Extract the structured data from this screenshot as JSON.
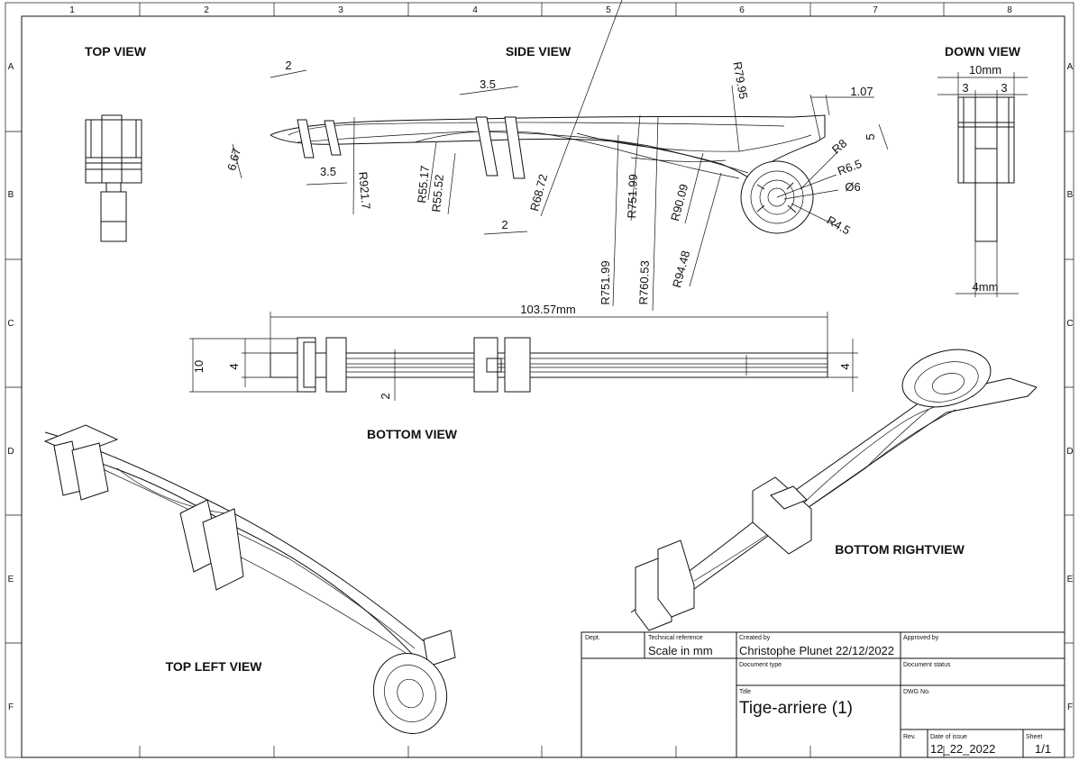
{
  "grid": {
    "columns": [
      "1",
      "2",
      "3",
      "4",
      "5",
      "6",
      "7",
      "8"
    ],
    "rows": [
      "A",
      "B",
      "C",
      "D",
      "E",
      "F"
    ]
  },
  "views": {
    "top": "TOP VIEW",
    "side": "SIDE VIEW",
    "down": "DOWN VIEW",
    "bottom": "BOTTOM VIEW",
    "bottom_right": "BOTTOM RIGHTVIEW",
    "top_left": "TOP LEFT VIEW"
  },
  "dimensions": {
    "side": {
      "d2_top": "2",
      "d3_5_top": "3.5",
      "d6_67": "6.67",
      "d3_5_bottom": "3.5",
      "r921_7": "R921.7",
      "r55_17": "R55.17",
      "r55_52": "R55.52",
      "d2_bottom": "2",
      "r68_72": "R68.72",
      "r751_99_a": "R751.99",
      "r751_99_b": "R751.99",
      "r760_53": "R760.53",
      "r90_09": "R90.09",
      "r94_48": "R94.48",
      "r79_95": "R79.95",
      "d1_07": "1.07",
      "d5": "5",
      "r8": "R8",
      "r6_5": "R6.5",
      "d6": "Ø6",
      "r4_5": "R4.5"
    },
    "down": {
      "width": "10mm",
      "left": "3",
      "right": "3",
      "stem": "4mm"
    },
    "bottom": {
      "length": "103.57mm",
      "height": "10",
      "inner_left": "4",
      "slot": "2",
      "right_end": "4"
    }
  },
  "title_block": {
    "dept_label": "Dept.",
    "tech_ref_label": "Technical reference",
    "tech_ref_value": "Scale in mm",
    "created_by_label": "Created by",
    "created_by_value": "Christophe Plunet 22/12/2022",
    "approved_by_label": "Approved by",
    "doc_type_label": "Document type",
    "doc_status_label": "Document status",
    "title_label": "Title",
    "title_value": "Tige-arriere (1)",
    "dwg_no_label": "DWG No.",
    "rev_label": "Rev.",
    "date_label": "Date of issue",
    "date_value": "12_22_2022",
    "sheet_label": "Sheet",
    "sheet_value": "1/1"
  }
}
